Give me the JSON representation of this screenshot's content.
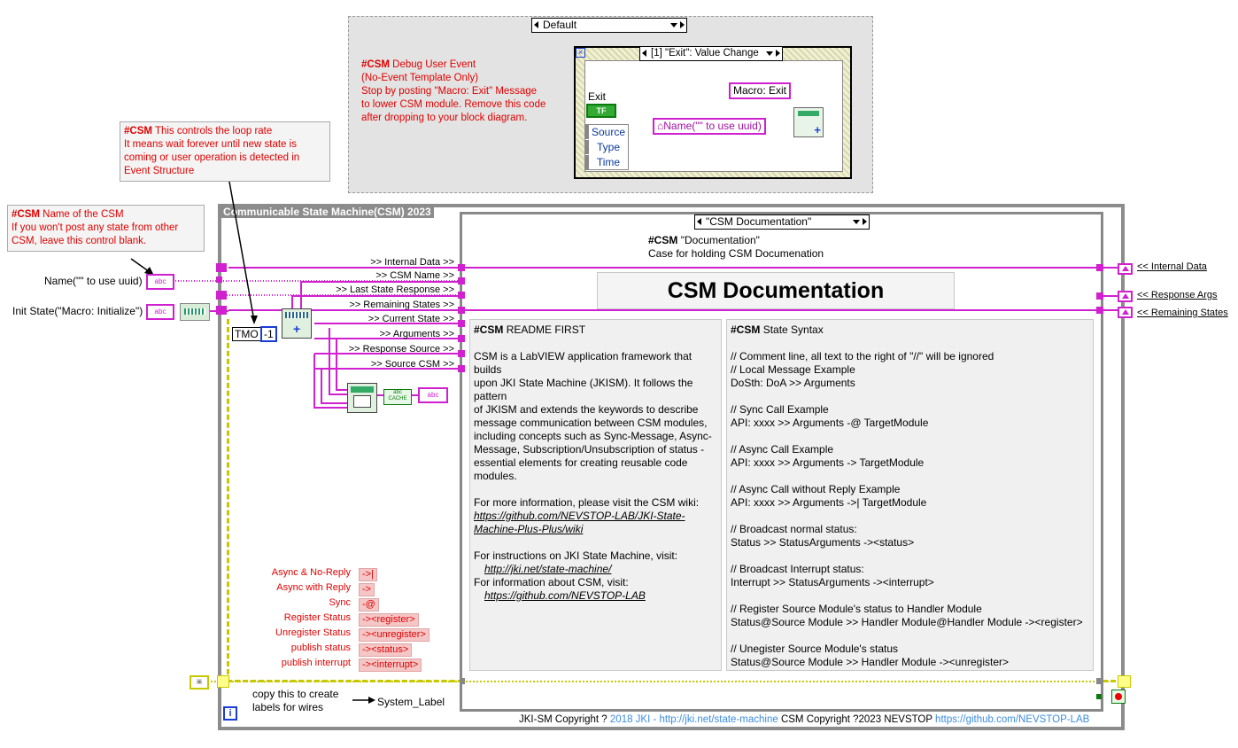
{
  "event_structure": {
    "top_selector": "Default",
    "inner_selector": "[1] \"Exit\": Value Change",
    "comment_tag": "#CSM",
    "comment_lines": [
      "Debug User Event",
      "(No-Event Template Only)",
      "Stop by posting \"Macro: Exit\" Message",
      "to lower CSM module. Remove this code",
      "after dropping to your block diagram."
    ],
    "exit_label": "Exit",
    "exit_value": "TF",
    "event_fields": [
      "Source",
      "Type",
      "Time"
    ],
    "macro_exit": "Macro: Exit",
    "name_ref": "Name(\"\" to use uuid)"
  },
  "loop_rate_comment": {
    "tag": "#CSM",
    "lines": [
      "This controls the loop rate",
      "It means wait forever until new state is",
      "coming or user operation is detected in",
      "Event Structure"
    ]
  },
  "name_comment": {
    "tag": "#CSM",
    "lines": [
      "Name of the CSM",
      "If you won't post any state from other",
      "CSM, leave this control blank."
    ]
  },
  "controls": {
    "name_label": "Name(\"\" to use uuid)",
    "init_label": "Init State(\"Macro: Initialize\")",
    "abc": "abc",
    "tmo_label": "TMO",
    "tmo_value": "-1"
  },
  "main_frame": {
    "title": "Communicable State Machine(CSM) 2023",
    "case_selector": "\"CSM Documentation\"",
    "case_tag": "#CSM",
    "case_title": "\"Documentation\"",
    "case_subtitle": "Case for holding CSM Documenation",
    "banner": "CSM Documentation"
  },
  "wire_labels": {
    "left": [
      ">> Internal Data >>",
      ">> CSM Name >>",
      ">> Last State Response >>",
      ">> Remaining States >>",
      ">> Current State >>",
      ">> Arguments >>",
      ">> Response Source >>",
      ">> Source CSM >>"
    ],
    "right": [
      "<< Internal Data",
      "<< Response Args",
      "<< Remaining States"
    ]
  },
  "readme": {
    "tag": "#CSM",
    "title": "README FIRST",
    "p1": [
      "CSM is a LabVIEW application framework that builds",
      "upon JKI State Machine (JKISM). It follows the pattern",
      "of JKISM and extends the keywords to describe",
      "message communication between CSM modules,",
      "including concepts such as Sync-Message, Async-",
      "Message, Subscription/Unsubscription of status -",
      "essential elements for creating reusable code",
      "modules."
    ],
    "p2": "For more information, please visit the CSM wiki:",
    "link1": [
      "https://github.com/NEVSTOP-LAB/JKI-State-",
      "Machine-Plus-Plus/wiki"
    ],
    "p3": "For instructions on JKI State Machine, visit:",
    "link2": "http://jki.net/state-machine/",
    "p4": "For information about CSM, visit:",
    "link3": "https://github.com/NEVSTOP-LAB"
  },
  "syntax": {
    "tag": "#CSM",
    "title": "State Syntax",
    "lines": [
      "// Comment line, all text to the right of \"//\" will be ignored",
      "// Local Message Example",
      "DoSth: DoA >> Arguments",
      "",
      "// Sync Call Example",
      "API: xxxx >> Arguments -@ TargetModule",
      "",
      "// Async Call Example",
      "API: xxxx >> Arguments -> TargetModule",
      "",
      "// Async Call without Reply Example",
      "API: xxxx >> Arguments ->| TargetModule",
      "",
      "// Broadcast normal status:",
      "Status >> StatusArguments  -><status>",
      "",
      "// Broadcast Interrupt status:",
      "Interrupt >> StatusArguments  -><interrupt>",
      "",
      "// Register Source Module's status to Handler Module",
      "Status@Source Module >> Handler Module@Handler Module -><register>",
      "",
      "// Unegister Source Module's status",
      "Status@Source Module >> Handler Module -><unregister>"
    ]
  },
  "operators": [
    {
      "label": "Async & No-Reply",
      "op": "->|"
    },
    {
      "label": "Async with Reply",
      "op": "->"
    },
    {
      "label": "Sync",
      "op": "-@"
    },
    {
      "label": "Register Status",
      "op": "-><register>"
    },
    {
      "label": "Unregister Status",
      "op": "-><unregister>"
    },
    {
      "label": "publish status",
      "op": "-><status>"
    },
    {
      "label": "publish interrupt",
      "op": "-><interrupt>"
    }
  ],
  "bottom": {
    "copy_note": [
      "copy this to create",
      "labels for wires"
    ],
    "system_label": "System_Label",
    "info": "i",
    "footer_a": "JKI-SM Copyright ? ",
    "footer_b": "2018 JKI - http://jki.net/state-machine",
    "footer_c": " CSM Copyright ?2023 NEVSTOP ",
    "footer_d": "https://github.com/NEVSTOP-LAB",
    "cache": "CACHE"
  },
  "colors": {
    "wire_pink": "#d020d0",
    "comment_red": "#e00000",
    "loop_yellow": "#c8c800",
    "frame_gray": "#8c8c8c",
    "link_blue": "#3c8ce0"
  }
}
